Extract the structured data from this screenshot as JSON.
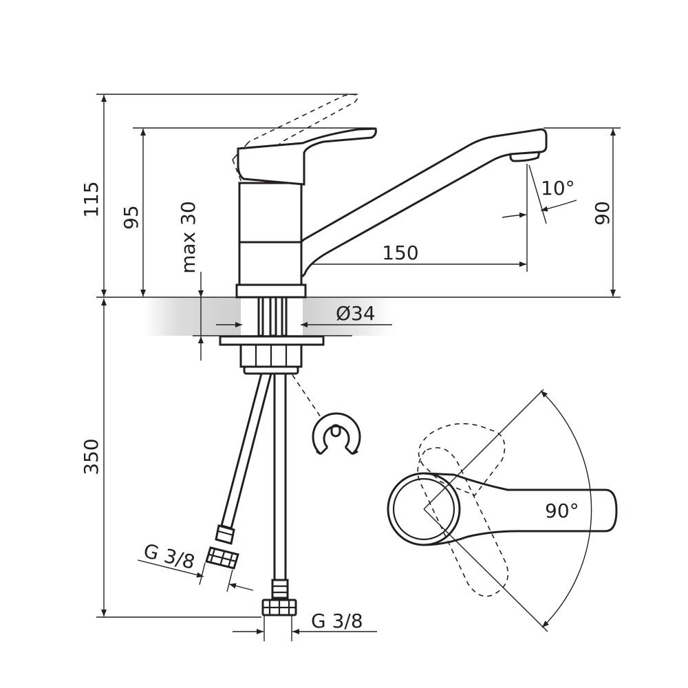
{
  "dimensions": {
    "height_total": "115",
    "height_body": "95",
    "max_thickness": "max 30",
    "spout_height": "90",
    "spout_reach": "150",
    "spout_angle": "10°",
    "base_diameter": "Ø34",
    "hose_length": "350",
    "thread_left": "G 3/8",
    "thread_right": "G 3/8",
    "handle_rotation": "90°"
  },
  "colors": {
    "line": "#231f20",
    "countertop_shade": "#d9d9d9",
    "background": "#ffffff"
  }
}
